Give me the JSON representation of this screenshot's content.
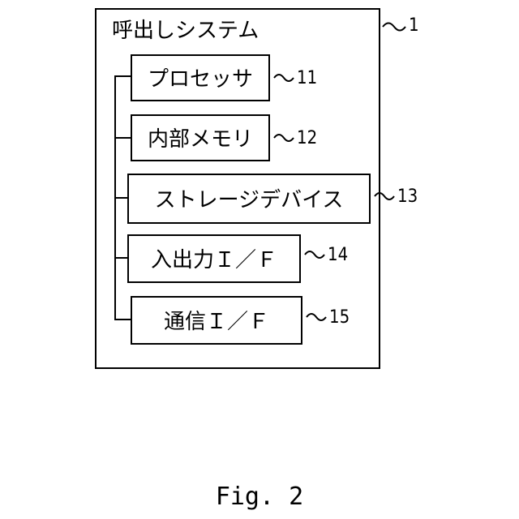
{
  "system": {
    "title": "呼出しシステム",
    "ref": "1"
  },
  "components": [
    {
      "id": "processor",
      "label": "プロセッサ",
      "ref": "11"
    },
    {
      "id": "internal-memory",
      "label": "内部メモリ",
      "ref": "12"
    },
    {
      "id": "storage-device",
      "label": "ストレージデバイス",
      "ref": "13"
    },
    {
      "id": "io-interface",
      "label": "入出力Ｉ／Ｆ",
      "ref": "14"
    },
    {
      "id": "comm-interface",
      "label": "通信Ｉ／Ｆ",
      "ref": "15"
    }
  ],
  "caption": "Fig. 2"
}
